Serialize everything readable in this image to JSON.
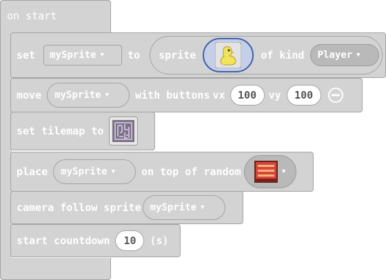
{
  "on_start": {
    "label": "on start"
  },
  "set_block": {
    "set_label": "set",
    "variable": "mySprite",
    "to_label": "to",
    "sprite_label": "sprite",
    "of_kind_label": "of kind",
    "kind": "Player"
  },
  "move_block": {
    "move_label": "move",
    "variable": "mySprite",
    "with_buttons_label": "with buttons",
    "vx_label": "vx",
    "vx_value": "100",
    "vy_label": "vy",
    "vy_value": "100"
  },
  "tilemap_block": {
    "label": "set tilemap to"
  },
  "place_block": {
    "place_label": "place",
    "variable": "mySprite",
    "on_top_label": "on top of random"
  },
  "camera_block": {
    "label": "camera follow sprite",
    "variable": "mySprite"
  },
  "countdown_block": {
    "label": "start countdown",
    "value": "10",
    "unit": "(s)"
  },
  "colors": {
    "block_fill": "#d3d3d3",
    "block_border": "#a3a3a3",
    "sprite_slot": "#c5cfe8",
    "sprite_slot_border": "#3f5fa8"
  }
}
